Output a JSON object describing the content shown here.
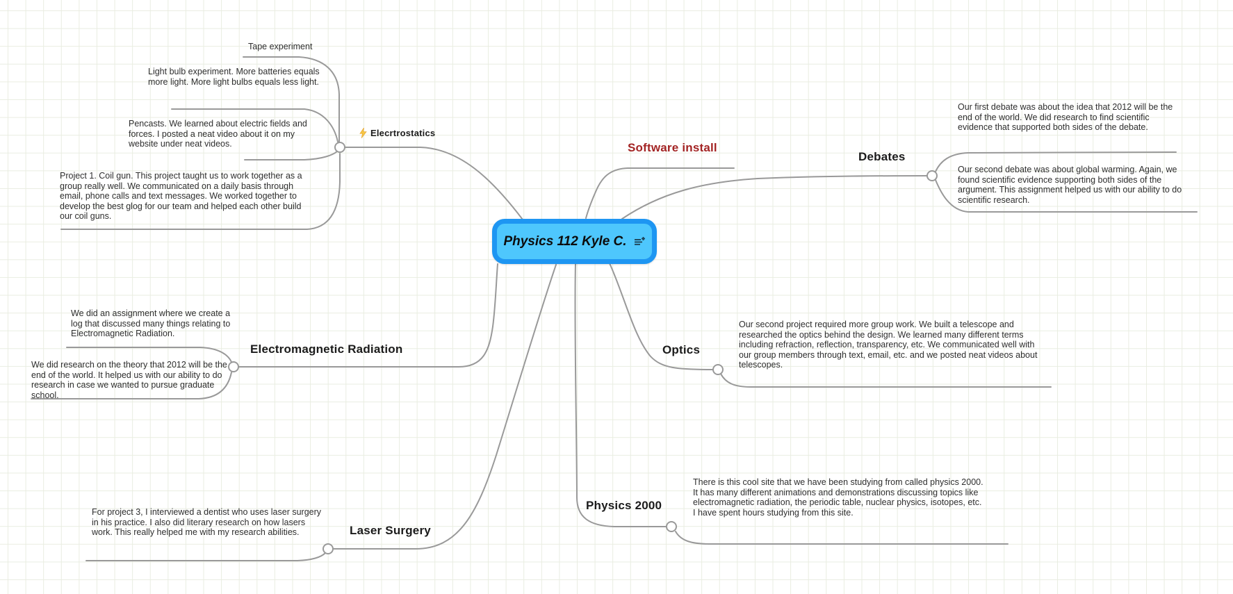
{
  "app": {
    "view": "mind-map-canvas"
  },
  "theme": {
    "background": "#ffffff",
    "grid_line": "#e9ede1",
    "connector": "#999999",
    "central_border": "#1e96f2",
    "central_fill": "#4ec7fd",
    "topic_text": "#1b1b1b",
    "subtopic_text": "#2e2e2e",
    "software_install_color": "#a32424",
    "note_icon_color": "#1c3d4f",
    "lightning_fill": "#f7c843"
  },
  "central": {
    "title": "Physics 112 Kyle C.",
    "note_icon": "notes-add-icon"
  },
  "topics": {
    "electrostatics": {
      "label": "Elecrtrostatics",
      "icon": "lightning-icon",
      "children": {
        "tape": "Tape experiment",
        "lightbulb": "Light bulb experiment. More batteries equals more light. More light bulbs equals less light.",
        "pencasts": "Pencasts. We learned about electric fields and forces. I posted a neat video about it on my website under neat videos.",
        "project1": "Project 1. Coil gun. This project taught us to work together as a group really well. We communicated on a daily basis through email, phone calls and text messages. We worked together to develop the best glog for our team and helped each other build our coil guns."
      }
    },
    "software_install": {
      "label": "Software install"
    },
    "debates": {
      "label": "Debates",
      "children": {
        "first_debate": "Our first debate was about the idea that 2012 will be the end of the world. We did research to find scientific evidence that supported both sides of the debate.",
        "second_debate": "Our second debate was about global warming. Again, we found scientific evidence supporting both sides of the argument. This assignment helped us with our ability to do scientific research."
      }
    },
    "em_radiation": {
      "label": "Electromagnetic Radiation",
      "children": {
        "assignment": "We did an assignment where we create a log that discussed many things relating to Electromagnetic Radiation.",
        "research2012": "We did research on the theory that 2012 will be the end of the world. It helped us with our ability to do research in case we wanted to pursue graduate school."
      }
    },
    "optics": {
      "label": "Optics",
      "children": {
        "telescope": "Our second project required more group work. We built a telescope and researched the optics behind the design.  We learned many different terms including refraction, reflection, transparency, etc. We communicated well with our group members through text, email, etc. and we posted neat videos about telescopes."
      }
    },
    "laser_surgery": {
      "label": "Laser Surgery",
      "children": {
        "dentist": "For project 3, I interviewed a dentist who uses laser surgery in his practice. I also did literary research on how lasers work. This really helped me with my research abilities."
      }
    },
    "physics_2000": {
      "label": "Physics 2000",
      "children": {
        "site": "There is this cool site that we have been studying from called physics 2000. It has many different animations and demonstrations discussing topics like electromagnetic radiation, the periodic table, nuclear physics, isotopes, etc. I have spent hours studying from this site."
      }
    }
  }
}
